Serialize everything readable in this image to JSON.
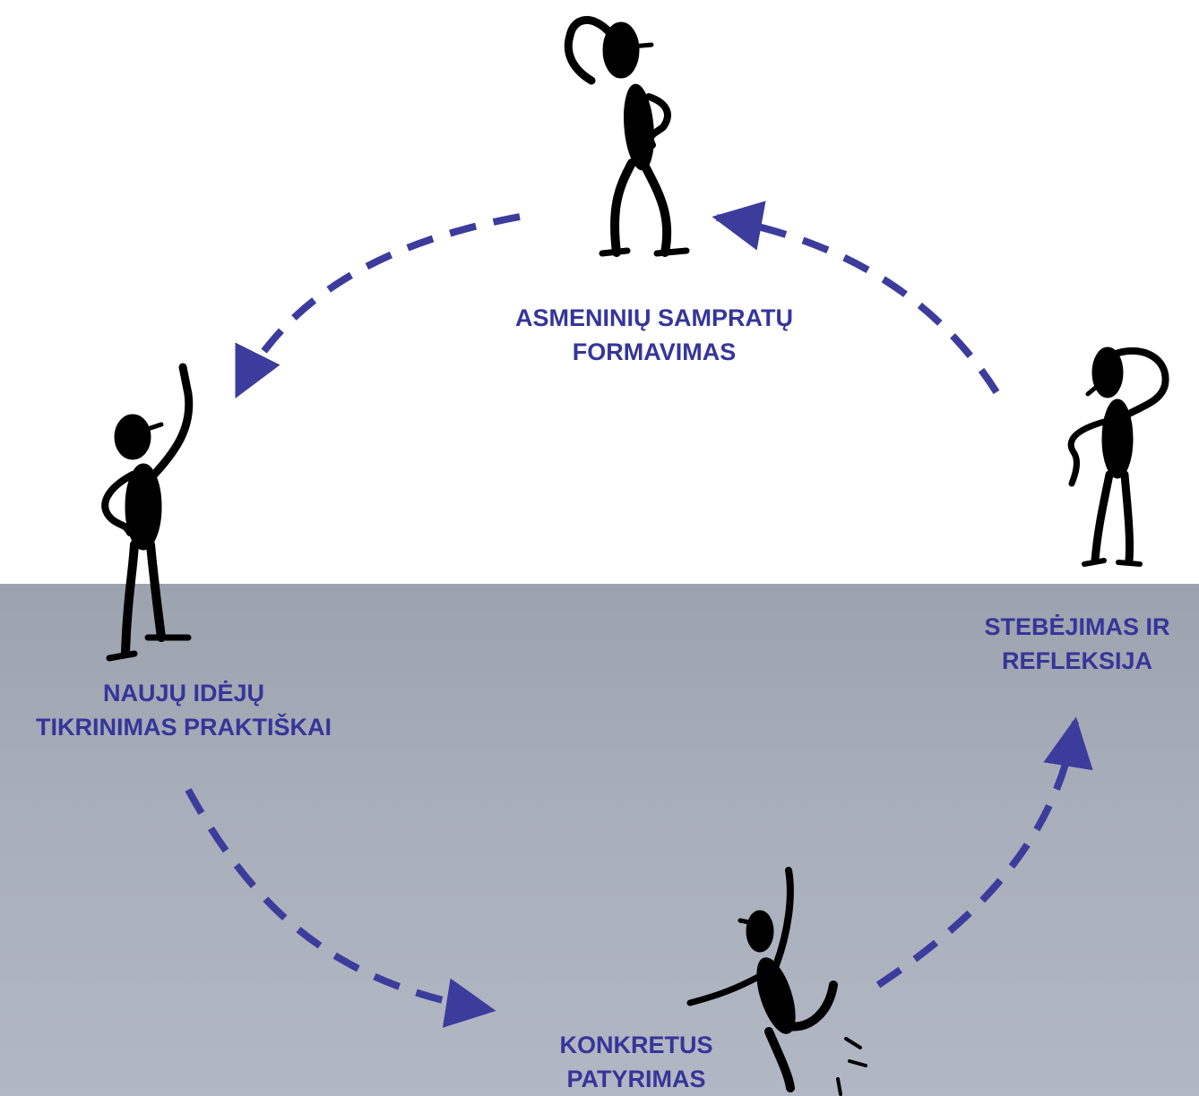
{
  "stages": {
    "formation": {
      "line1": "ASMENINIŲ SAMPRATŲ",
      "line2": "FORMAVIMAS"
    },
    "testing": {
      "line1": "NAUJŲ IDĖJŲ",
      "line2": "TIKRINIMAS PRAKTIŠKAI"
    },
    "experience": {
      "line1": "KONKRETUS",
      "line2": "PATYRIMAS"
    },
    "observation": {
      "line1": "STEBĖJIMAS IR",
      "line2": "REFLEKSIJA"
    }
  },
  "colors": {
    "arrow": "#3c3c9c",
    "label": "#35359a",
    "figure": "#000000",
    "bottom_background": "#a9aebb"
  },
  "icons": [
    "thinking-person-icon",
    "pointing-up-person-icon",
    "stumbling-person-icon",
    "head-scratching-person-icon"
  ]
}
